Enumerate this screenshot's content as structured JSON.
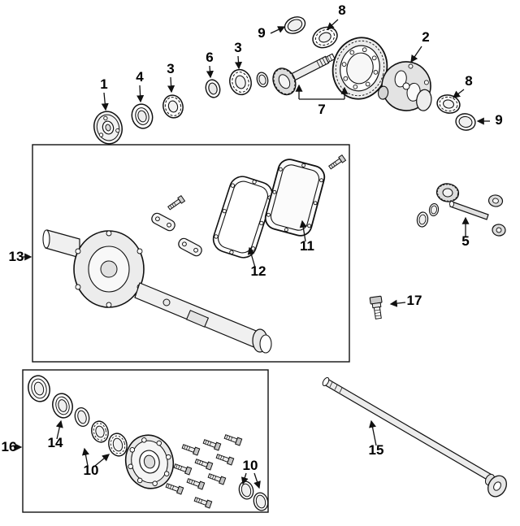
{
  "diagram": {
    "kind": "exploded-parts-diagram",
    "background": "#ffffff",
    "line_color": "#111111"
  },
  "callouts": [
    {
      "label": "9"
    },
    {
      "label": "8"
    },
    {
      "label": "2"
    },
    {
      "label": "8"
    },
    {
      "label": "9"
    },
    {
      "label": "1"
    },
    {
      "label": "4"
    },
    {
      "label": "3"
    },
    {
      "label": "6"
    },
    {
      "label": "3"
    },
    {
      "label": "7"
    },
    {
      "label": "13"
    },
    {
      "label": "12"
    },
    {
      "label": "11"
    },
    {
      "label": "5"
    },
    {
      "label": "17"
    },
    {
      "label": "16"
    },
    {
      "label": "14"
    },
    {
      "label": "10"
    },
    {
      "label": "10"
    },
    {
      "label": "15"
    }
  ]
}
